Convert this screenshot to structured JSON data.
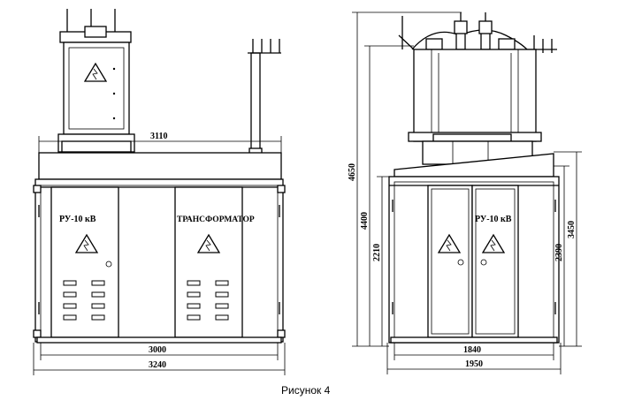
{
  "front_view": {
    "width_top": "3110",
    "door_left_label": "РУ-10 кВ",
    "door_right_label": "ТРАНСФОРМАТОР",
    "width_inner": "3000",
    "width_outer": "3240"
  },
  "side_view": {
    "height_total": "4650",
    "height_4400": "4400",
    "height_2210": "2210",
    "height_2390": "2390",
    "height_3450": "3450",
    "door_label": "РУ-10 кВ",
    "width_inner": "1840",
    "width_outer": "1950"
  },
  "caption": "Рисунок 4"
}
